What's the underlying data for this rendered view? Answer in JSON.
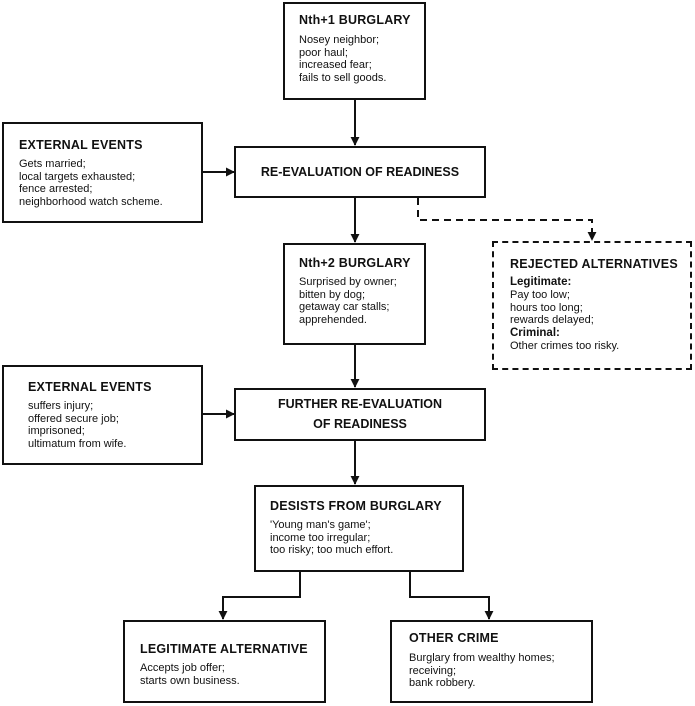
{
  "nth1": {
    "title": "Nth+1 BURGLARY",
    "body": "Nosey neighbor;\npoor haul;\nincreased fear;\nfails to sell goods."
  },
  "external_events_1": {
    "title": "EXTERNAL EVENTS",
    "body": "Gets married;\nlocal targets exhausted;\nfence arrested;\nneighborhood watch scheme."
  },
  "reevaluation": {
    "title": "RE-EVALUATION OF READINESS"
  },
  "nth2": {
    "title": "Nth+2 BURGLARY",
    "body": "Surprised by owner;\nbitten by dog;\ngetaway car stalls;\napprehended."
  },
  "rejected": {
    "title": "REJECTED ALTERNATIVES",
    "legitimate_label": "Legitimate:",
    "legitimate_body": "Pay too low;\nhours too long;\nrewards delayed;",
    "criminal_label": "Criminal:",
    "criminal_body": "Other crimes too risky."
  },
  "external_events_2": {
    "title": "EXTERNAL EVENTS",
    "body": "suffers injury;\noffered secure job;\nimprisoned;\nultimatum from wife."
  },
  "further_reevaluation": {
    "title_line1": "FURTHER RE-EVALUATION",
    "title_line2": "OF READINESS"
  },
  "desists": {
    "title": "DESISTS FROM BURGLARY",
    "body": "'Young man's game';\nincome too irregular;\ntoo risky; too much effort."
  },
  "legitimate_alt": {
    "title": "LEGITIMATE ALTERNATIVE",
    "body": "Accepts job offer;\nstarts own business."
  },
  "other_crime": {
    "title": "OTHER CRIME",
    "body": "Burglary from wealthy homes;\nreceiving;\nbank robbery."
  }
}
